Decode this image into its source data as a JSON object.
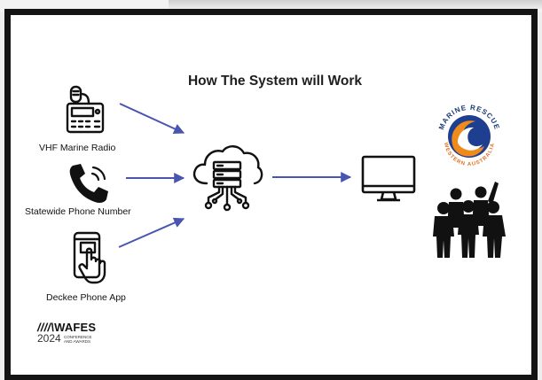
{
  "diagram": {
    "title": "How The System will Work",
    "sources": [
      {
        "label": "VHF Marine Radio",
        "icon": "radio-icon"
      },
      {
        "label": "Statewide Phone Number",
        "icon": "phone-icon"
      },
      {
        "label": "Deckee Phone App",
        "icon": "phone-app-icon"
      }
    ],
    "hub": {
      "icon": "cloud-server-icon"
    },
    "output": {
      "icon": "monitor-icon"
    },
    "logo": {
      "top_text": "MARINE RESCUE",
      "bottom_text": "WESTERN AUSTRALIA",
      "icon": "marine-rescue-logo"
    },
    "people": {
      "icon": "people-group-icon"
    },
    "arrow_color": "#4a55b0"
  },
  "footer": {
    "brand": "WAFES",
    "year": "2024",
    "tag1": "CONFERENCE",
    "tag2": "AND AWARDS"
  }
}
